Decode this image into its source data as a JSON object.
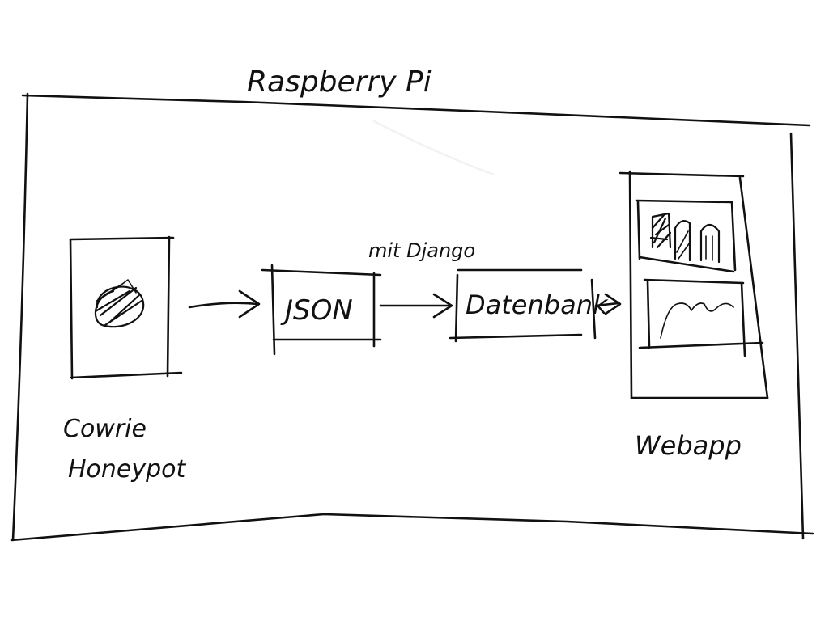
{
  "diagram": {
    "title": "Raspberry Pi",
    "edge_label": "mit Django",
    "nodes": {
      "honeypot": {
        "label_line1": "Cowrie",
        "label_line2": "Honeypot"
      },
      "json": {
        "label": "JSON"
      },
      "database": {
        "label": "Datenbank"
      },
      "webapp": {
        "label": "Webapp"
      }
    }
  }
}
